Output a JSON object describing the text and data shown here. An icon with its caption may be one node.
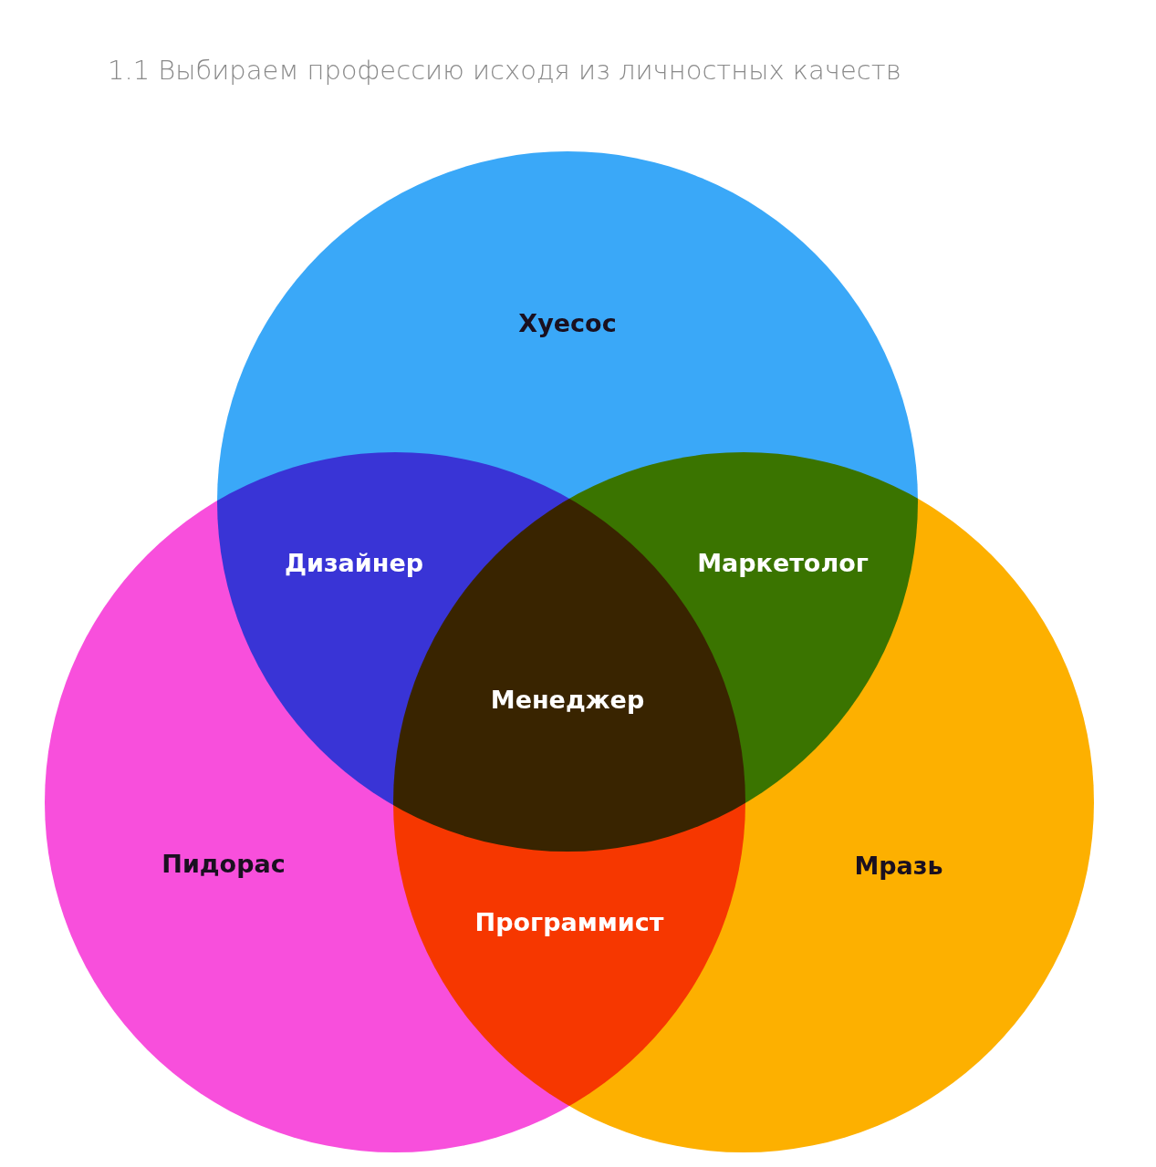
{
  "diagram": {
    "title": "1.1 Выбираем профессию исходя из личностных качеств",
    "nodes": [
      {
        "text": [
          "Хуесос"
        ]
      },
      {
        "text": [
          "Пидорас"
        ]
      },
      {
        "text": [
          "Мразь"
        ]
      }
    ],
    "labels": [
      "Дизайнер",
      "Маркетолог",
      "Менеджер",
      "Программист"
    ]
  }
}
